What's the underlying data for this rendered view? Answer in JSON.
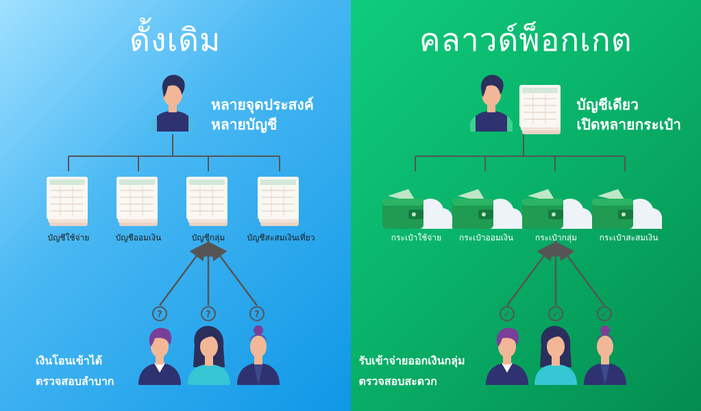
{
  "left_panel": {
    "title": "ดั้งเดิม",
    "heading_lines": [
      "หลายจุดประสงค์",
      "หลายบัญชี"
    ],
    "accounts": [
      "บัญชีใช้จ่าย",
      "บัญชีออมเงิน",
      "บัญชีกลุ่ม",
      "บัญชีสะสมเงินเที่ยว"
    ],
    "note_lines": [
      "เงินโอนเข้าได้",
      "ตรวจสอบลำบาก"
    ],
    "marker_symbol": "?"
  },
  "right_panel": {
    "title": "คลาวด์พ็อกเกต",
    "heading_lines": [
      "บัญชีเดียว",
      "เปิดหลายกระเป๋า"
    ],
    "wallets": [
      "กระเป๋าใช้จ่าย",
      "กระเป๋าออมเงิน",
      "กระเป๋ากลุ่ม",
      "กระเป๋าสะสมเงิน"
    ],
    "note_lines": [
      "รับเข้าจ่ายออกเงินกลุ่ม",
      "ตรวจสอบสะดวก"
    ],
    "marker_symbol": "✓"
  },
  "colors": {
    "left_bg": "#2aa9ef",
    "right_bg": "#0bb36c",
    "line": "#555555",
    "shirt": "#2f3270",
    "skin": "#f2b796",
    "hair_dark": "#2b2f5c",
    "hair_purple": "#7a3f98",
    "shirt_cyan": "#35c7d3",
    "wallet_green": "#1f9b52",
    "cloud": "#eef3f8"
  }
}
